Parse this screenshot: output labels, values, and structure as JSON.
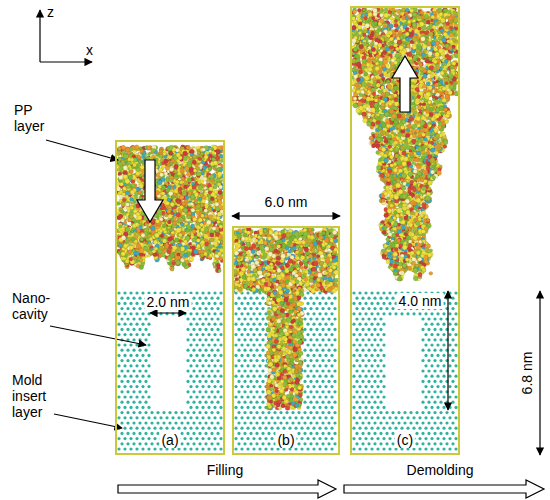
{
  "diagram": {
    "nodes": [
      {
        "text": [
          "(a)"
        ]
      },
      {
        "text": [
          "(b)"
        ]
      },
      {
        "text": [
          "(c)"
        ]
      }
    ],
    "labels": [
      "z",
      "x",
      "PP layer",
      "Nano-cavity",
      "Mold insert layer",
      "2.0 nm",
      "6.0 nm",
      "4.0 nm",
      "6.8 nm",
      "Filling",
      "Demolding"
    ]
  }
}
